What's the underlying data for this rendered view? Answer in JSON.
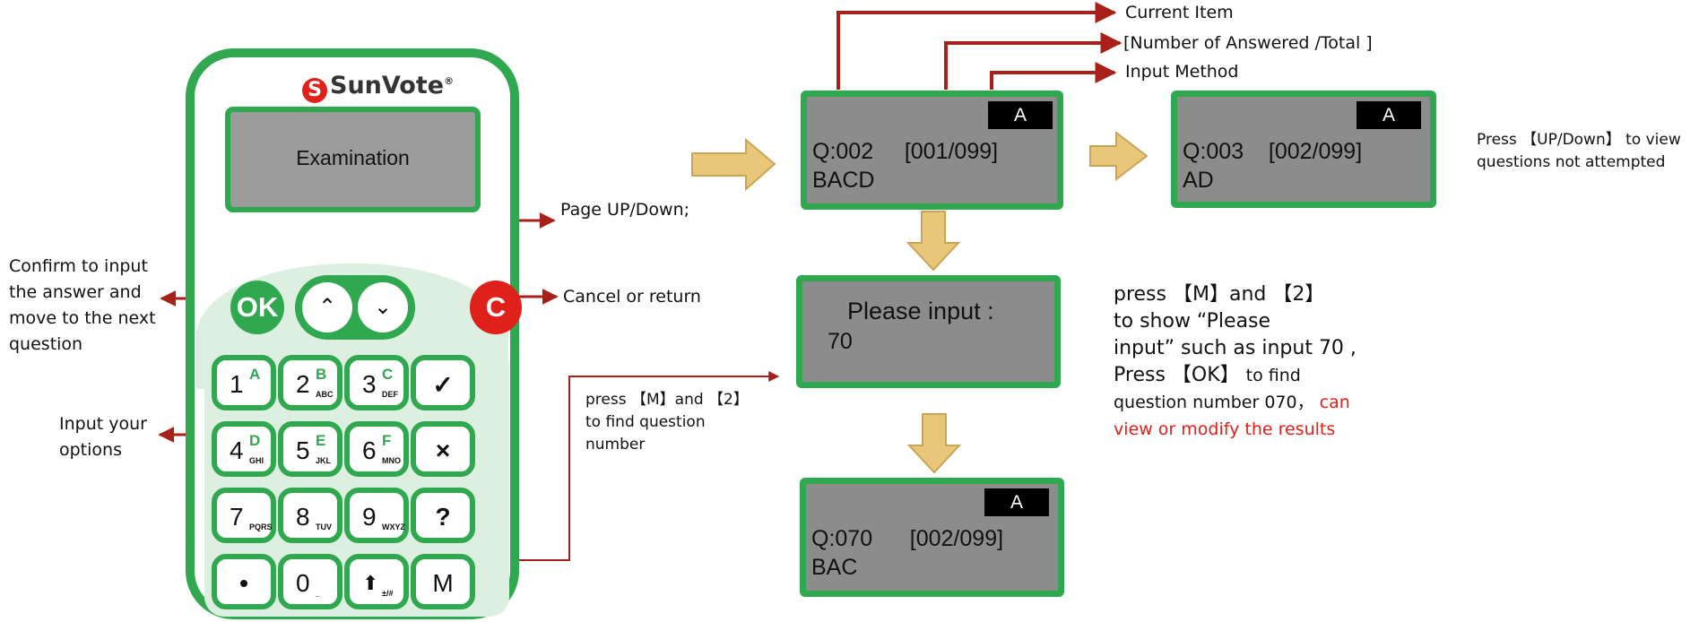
{
  "device": {
    "brand": "SunVote",
    "registered_mark": "®",
    "screen_text": "Examination",
    "keys": {
      "ok": "OK",
      "c": "C",
      "up": "⌃",
      "down": "⌄",
      "row1": [
        {
          "digit": "1",
          "letter": "A",
          "sub": ""
        },
        {
          "digit": "2",
          "letter": "B",
          "sub": "ABC"
        },
        {
          "digit": "3",
          "letter": "C",
          "sub": "DEF"
        },
        {
          "symbol": "✓"
        }
      ],
      "row2": [
        {
          "digit": "4",
          "letter": "D",
          "sub": "GHI"
        },
        {
          "digit": "5",
          "letter": "E",
          "sub": "JKL"
        },
        {
          "digit": "6",
          "letter": "F",
          "sub": "MNO"
        },
        {
          "symbol": "×"
        }
      ],
      "row3": [
        {
          "digit": "7",
          "letter": "",
          "sub": "PQRS"
        },
        {
          "digit": "8",
          "letter": "",
          "sub": "TUV"
        },
        {
          "digit": "9",
          "letter": "",
          "sub": "WXYZ"
        },
        {
          "symbol": "?"
        }
      ],
      "row4": [
        {
          "symbol": "•"
        },
        {
          "digit": "0",
          "letter": "",
          "sub": "_"
        },
        {
          "digit": "⬆",
          "letter": "",
          "sub": "±/#"
        },
        {
          "symbol": "M"
        }
      ]
    }
  },
  "labels": {
    "confirm": [
      "Confirm to input",
      "the answer and",
      "move to the next",
      "question"
    ],
    "input_options": [
      "Input your",
      "options"
    ],
    "page_updown": "Page UP/Down;",
    "cancel": "Cancel or return",
    "find_question": [
      "press 【M】and 【2】",
      "to find question",
      "number"
    ],
    "current_item": "Current Item",
    "answered_total": "[Number of Answered /Total ]",
    "input_method": "Input Method",
    "press_updown": [
      "Press 【UP/Down】 to view",
      "questions not attempted"
    ],
    "show_please": {
      "lines": [
        "press 【M】and 【2】",
        "to show “Please",
        "input” such as input 70 ,"
      ],
      "ok_big": "Press 【OK】",
      "ok_small": "to find",
      "q_line": "question number 070，",
      "red_part1": "can",
      "red_part2": "view or modify the results"
    }
  },
  "screens": {
    "s1": {
      "badge": "A",
      "line1": "Q:002     [001/099]",
      "line2": "BACD"
    },
    "s2": {
      "badge": "A",
      "line1": "Q:003    [002/099]",
      "line2": "AD"
    },
    "prompt": {
      "title": "Please input :",
      "value": "70"
    },
    "s3": {
      "badge": "A",
      "line1": "Q:070      [002/099]",
      "line2": "BAC"
    }
  },
  "colors": {
    "green": "#2fa84f",
    "light_green": "#dcefe0",
    "red": "#e0201a",
    "dark_red": "#b01c1c",
    "wire": "#a8201a",
    "screen": "#8c8c8c",
    "flow_arrow": "#e8c67a"
  }
}
